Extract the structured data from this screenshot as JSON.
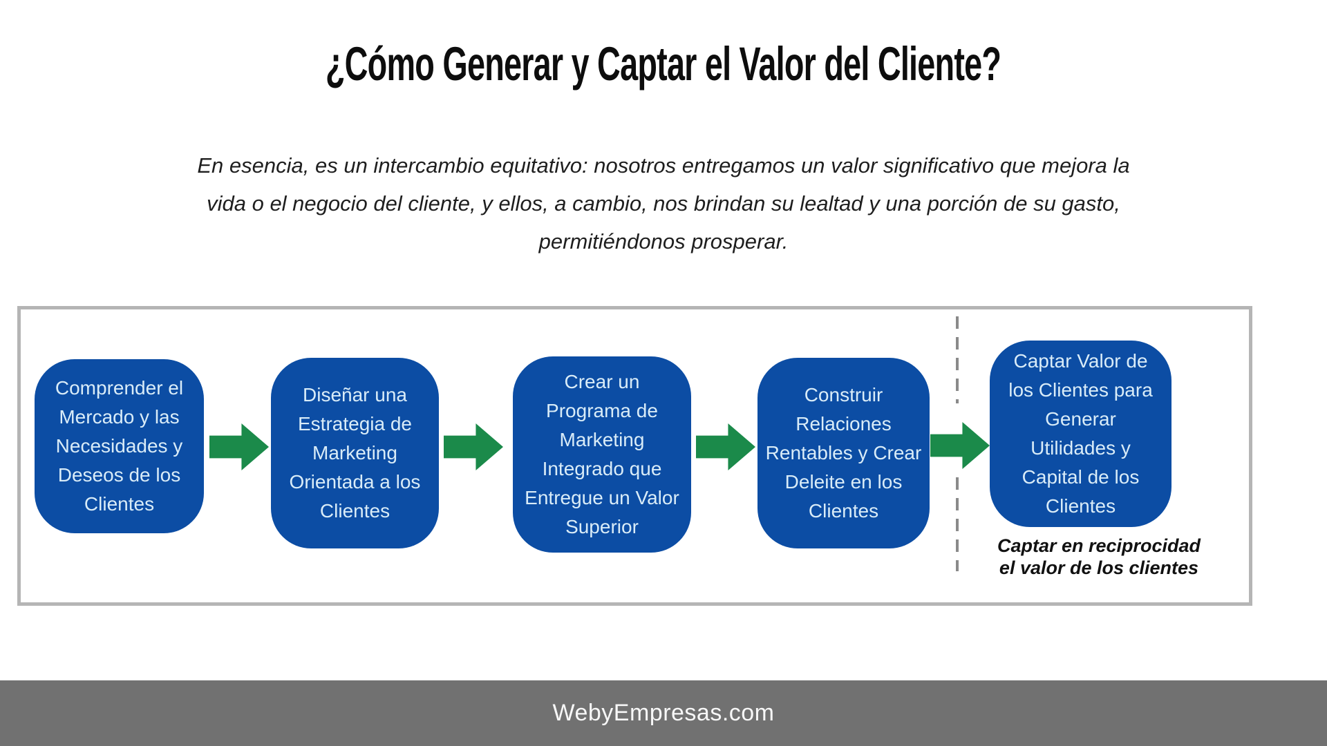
{
  "page": {
    "title": "¿Cómo Generar y Captar el Valor del Cliente?",
    "intro": "En esencia, es un intercambio equitativo: nosotros entregamos un valor significativo que mejora la\nvida o el negocio del cliente, y ellos, a cambio, nos brindan su lealtad y una porción de su gasto,\npermitiéndonos prosperar."
  },
  "flow": {
    "steps": [
      {
        "label": "Comprender el\nMercado y las\nNecesidades y\nDeseos de los\nClientes"
      },
      {
        "label": "Diseñar una\nEstrategia de\nMarketing\nOrientada a los\nClientes"
      },
      {
        "label": "Crear un\nPrograma de\nMarketing\nIntegrado que\nEntregue un Valor\nSuperior"
      },
      {
        "label": "Construir\nRelaciones\nRentables y Crear\nDeleite en los\nClientes"
      },
      {
        "label": "Captar Valor de\nlos Clientes para\nGenerar\nUtilidades y\nCapital de los\nClientes"
      }
    ],
    "divider_caption": "Captar en reciprocidad\nel valor de los clientes"
  },
  "footer": {
    "site": "WebyEmpresas.com"
  },
  "colors": {
    "step_box_blue": "#0c4da4",
    "step_text_light_blue": "#d9ecf8",
    "arrow_green": "#1b8a4a",
    "container_border_gray": "#b5b5b5",
    "dashed_divider_gray": "#8a8a8a",
    "footer_gray": "#717171",
    "footer_text": "#f7f7f7",
    "title_black": "#0d0d0d"
  }
}
